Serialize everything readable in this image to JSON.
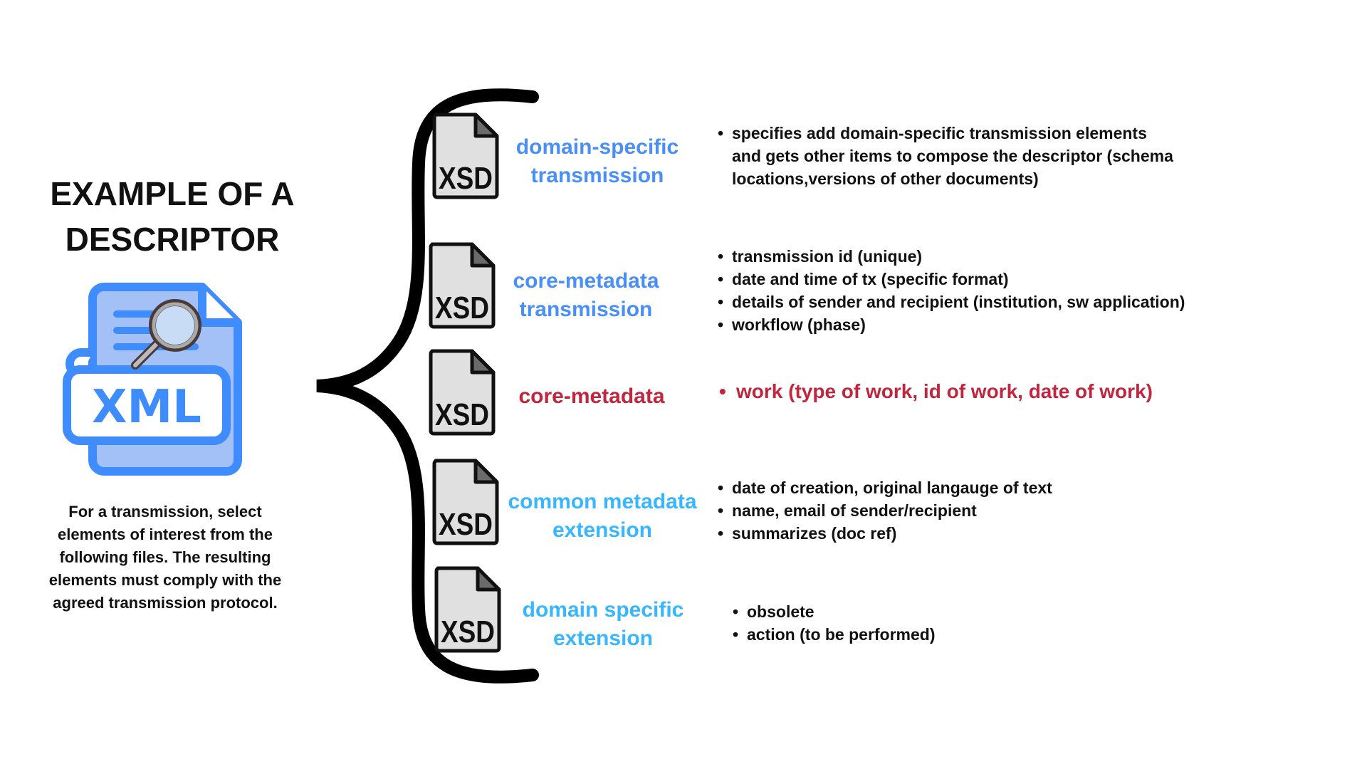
{
  "title": {
    "line1": "EXAMPLE OF A",
    "line2": "DESCRIPTOR"
  },
  "xml_icon": {
    "label": "XML",
    "icon": "xml-file-search-icon"
  },
  "description": "For a transmission, select elements of interest from the following files. The resulting elements must comply with the agreed transmission protocol.",
  "xsd_label": "XSD",
  "colors": {
    "blue": "#4a8ff7",
    "red": "#c0263d",
    "cyan": "#38b6ff",
    "xml_blue": "#3f8cff",
    "xml_fill": "#a3c1f7"
  },
  "files": [
    {
      "label_lines": [
        "domain-specific",
        "transmission"
      ],
      "bullets": [
        "specifies add domain-specific transmission elements",
        "and gets other items to compose the descriptor (schema",
        "locations,versions of other documents)"
      ]
    },
    {
      "label_lines": [
        "core-metadata",
        "transmission"
      ],
      "bullets": [
        "transmission id (unique)",
        "date and time of tx (specific format)",
        "details of sender and recipient (institution, sw application)",
        "workflow (phase)"
      ]
    },
    {
      "label_lines": [
        "core-metadata"
      ],
      "bullets": [
        "work (type of work, id of work, date of work)"
      ]
    },
    {
      "label_lines": [
        "common metadata",
        "extension"
      ],
      "bullets": [
        "date of creation, original langauge of text",
        "name, email of sender/recipient",
        "summarizes (doc ref)"
      ]
    },
    {
      "label_lines": [
        "domain specific",
        "extension"
      ],
      "bullets": [
        "obsolete",
        "action (to be performed)"
      ]
    }
  ]
}
